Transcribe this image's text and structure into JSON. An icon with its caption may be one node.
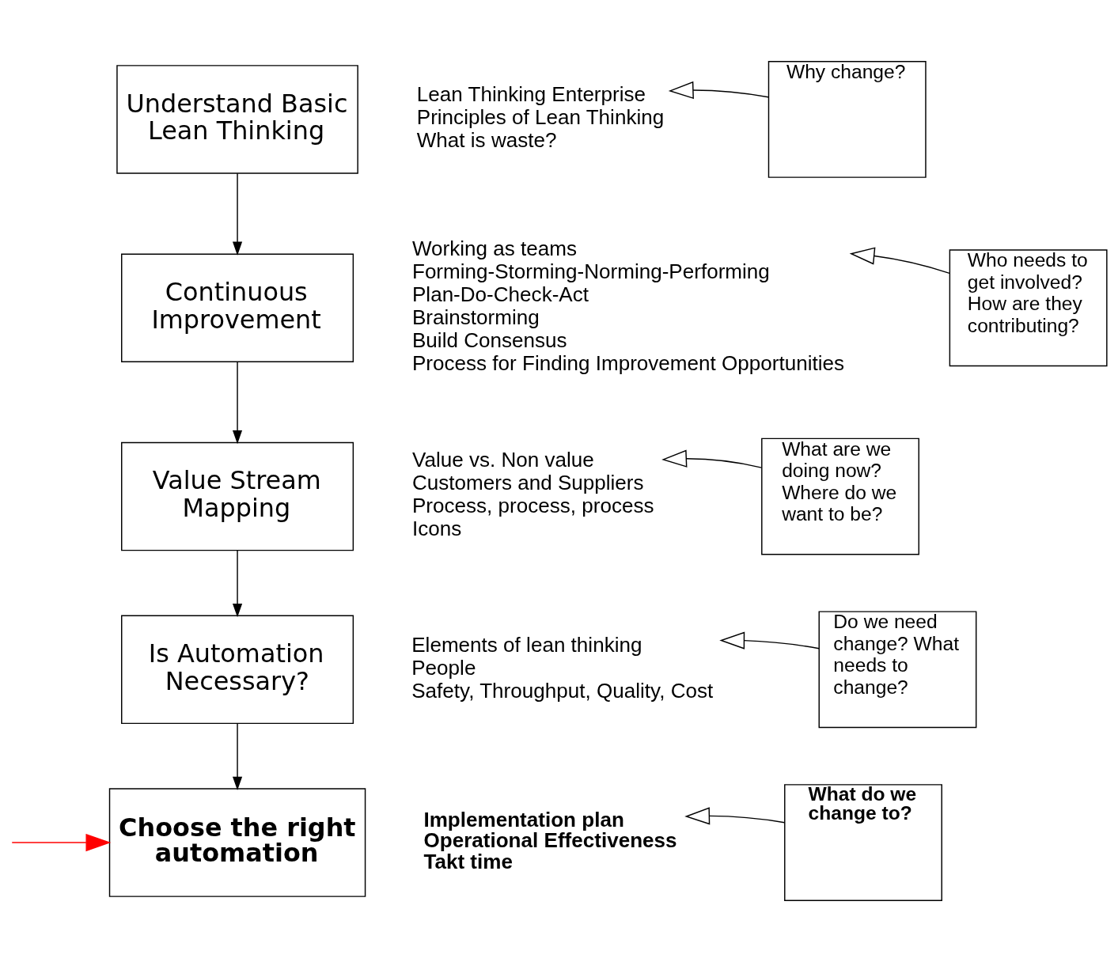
{
  "diagram": {
    "nodes": [
      {
        "text": [
          "Understand Basic Lean Thinking"
        ]
      },
      {
        "text": [
          "Lean Thinking Enterprise",
          "Principles of Lean Thinking",
          "What is waste?"
        ]
      },
      {
        "text": [
          "Why change?"
        ]
      },
      {
        "text": [
          "Continuous Improvement"
        ]
      },
      {
        "text": [
          "Working as teams",
          "Forming-Storming-Norming-Performing",
          "Plan-Do-Check-Act",
          "Brainstorming",
          "Build Consensus",
          "Process for Finding Improvement Opportunities"
        ]
      },
      {
        "text": [
          "Who needs to get involved? How are they contributing?"
        ]
      },
      {
        "text": [
          "Value Stream Mapping"
        ]
      },
      {
        "text": [
          "Value vs. Non value",
          "Customers and Suppliers",
          "Process, process, process",
          "Icons"
        ]
      },
      {
        "text": [
          "What are we doing now? Where do we want to be?"
        ]
      },
      {
        "text": [
          "Is Automation Necessary?"
        ]
      },
      {
        "text": [
          "Elements of lean thinking",
          "People",
          "Safety, Throughput, Quality, Cost"
        ]
      },
      {
        "text": [
          "Do we need change? What needs to change?"
        ]
      },
      {
        "text": [
          "Choose the right automation"
        ]
      },
      {
        "text": [
          "Implementation plan",
          "Operational Effectiveness",
          "Takt time"
        ]
      },
      {
        "text": [
          "What do we change to?"
        ]
      }
    ],
    "edges": [
      {
        "from": 0,
        "to": 3,
        "arrow": "to"
      },
      {
        "from": 3,
        "to": 6,
        "arrow": "to"
      },
      {
        "from": 6,
        "to": 9,
        "arrow": "to"
      },
      {
        "from": 9,
        "to": 12,
        "arrow": "to"
      },
      {
        "from": 2,
        "to": 1,
        "arrow": "to"
      },
      {
        "from": 5,
        "to": 4,
        "arrow": "to"
      },
      {
        "from": 8,
        "to": 7,
        "arrow": "to"
      },
      {
        "from": 11,
        "to": 10,
        "arrow": "to"
      },
      {
        "from": 14,
        "to": 13,
        "arrow": "to"
      },
      {
        "from": null,
        "to": 12,
        "arrow": "to",
        "color": "#ff0000"
      }
    ]
  }
}
